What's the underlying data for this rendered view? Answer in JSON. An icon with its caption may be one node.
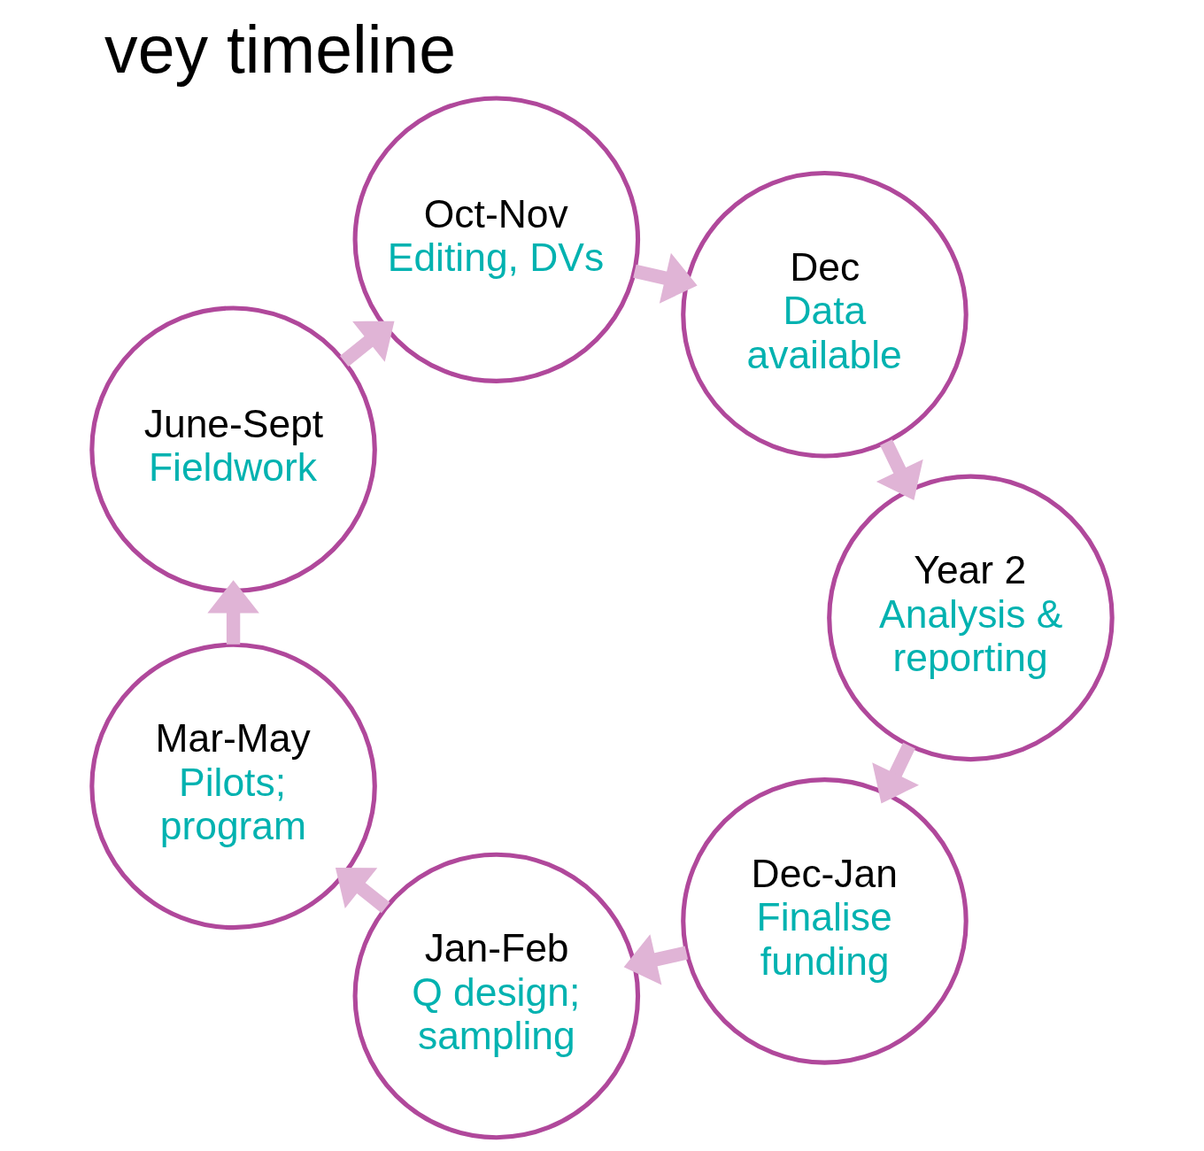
{
  "diagram": {
    "title": "vey timeline",
    "nodes": [
      {
        "text": [
          "Dec-Jan",
          "Finalise funding"
        ]
      },
      {
        "text": [
          "Jan-Feb",
          "Q design; sampling"
        ]
      },
      {
        "text": [
          "Mar-May",
          "Pilots; program"
        ]
      },
      {
        "text": [
          "June-Sept",
          "Fieldwork"
        ]
      },
      {
        "text": [
          "Oct-Nov",
          "Editing, DVs"
        ]
      },
      {
        "text": [
          "Dec",
          "Data available"
        ]
      },
      {
        "text": [
          "Year 2",
          "Analysis & reporting"
        ]
      }
    ],
    "edges": [
      {
        "from": 0,
        "to": 1,
        "arrow": "to"
      },
      {
        "from": 1,
        "to": 2,
        "arrow": "to"
      },
      {
        "from": 2,
        "to": 3,
        "arrow": "to"
      },
      {
        "from": 3,
        "to": 4,
        "arrow": "to"
      },
      {
        "from": 4,
        "to": 5,
        "arrow": "to"
      },
      {
        "from": 5,
        "to": 6,
        "arrow": "to"
      },
      {
        "from": 6,
        "to": 0,
        "arrow": "to"
      }
    ]
  }
}
